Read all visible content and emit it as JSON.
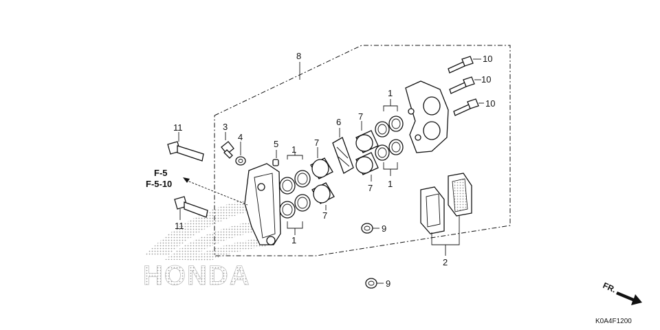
{
  "diagram": {
    "callouts": {
      "c8": "8",
      "c10a": "10",
      "c10b": "10",
      "c10c": "10",
      "c1a": "1",
      "c1b": "1",
      "c1c": "1",
      "c1d": "1",
      "c7a": "7",
      "c7b": "7",
      "c7c": "7",
      "c7d": "7",
      "c6": "6",
      "c3": "3",
      "c4": "4",
      "c5": "5",
      "c11a": "11",
      "c11b": "11",
      "c9a": "9",
      "c9b": "9",
      "c2": "2"
    },
    "references": {
      "ref1": "F-5",
      "ref2": "F-5-10"
    },
    "watermark": "HONDA",
    "direction_label": "FR.",
    "diagram_code": "K0A4F1200"
  }
}
